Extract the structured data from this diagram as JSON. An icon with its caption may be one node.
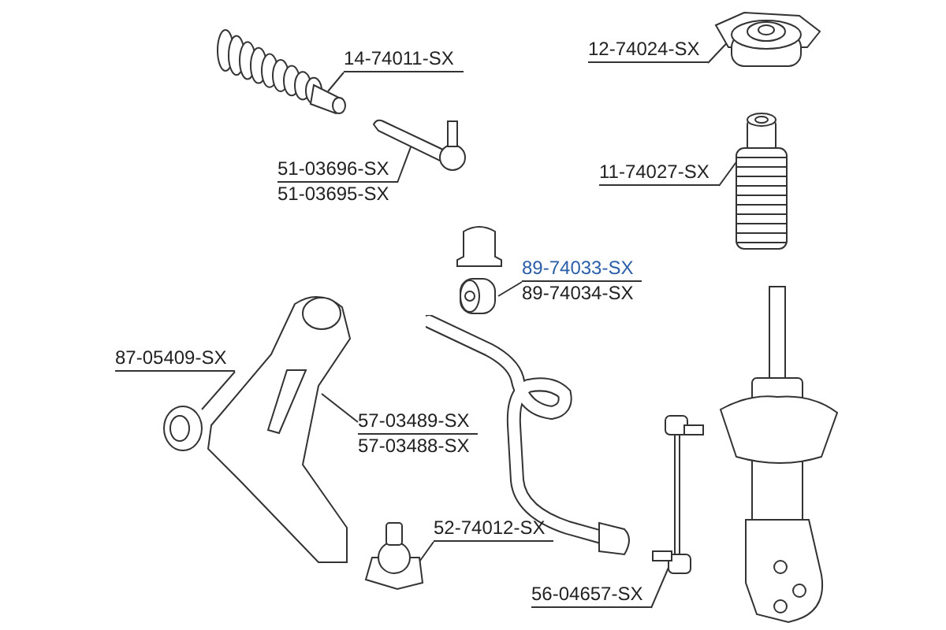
{
  "diagram": {
    "nodes": [
      {
        "text": [
          "14-74011-SX"
        ]
      },
      {
        "text": [],
        "shape": "picture"
      },
      {
        "text": [
          "51-03696-SX",
          "51-03695-SX"
        ]
      },
      {
        "text": [],
        "shape": "picture"
      },
      {
        "text": [
          "12-74024-SX"
        ]
      },
      {
        "text": [],
        "shape": "picture"
      },
      {
        "text": [
          "11-74027-SX"
        ]
      },
      {
        "text": [],
        "shape": "picture"
      },
      {
        "text": [
          "89-74033-SX",
          "89-74034-SX"
        ]
      },
      {
        "text": [],
        "shape": "picture"
      },
      {
        "text": [
          "87-05409-SX"
        ]
      },
      {
        "text": [],
        "shape": "picture"
      },
      {
        "text": [
          "57-03489-SX",
          "57-03488-SX"
        ]
      },
      {
        "text": [],
        "shape": "picture"
      },
      {
        "text": [
          "52-74012-SX"
        ]
      },
      {
        "text": [],
        "shape": "picture"
      },
      {
        "text": [
          "56-04657-SX"
        ]
      },
      {
        "text": [],
        "shape": "picture"
      }
    ],
    "edges": [
      {
        "from": 0,
        "to": 1,
        "arrow": "none"
      },
      {
        "from": 2,
        "to": 3,
        "arrow": "none"
      },
      {
        "from": 4,
        "to": 5,
        "arrow": "none"
      },
      {
        "from": 6,
        "to": 7,
        "arrow": "none"
      },
      {
        "from": 8,
        "to": 9,
        "arrow": "none"
      },
      {
        "from": 10,
        "to": 11,
        "arrow": "none"
      },
      {
        "from": 12,
        "to": 13,
        "arrow": "none"
      },
      {
        "from": 14,
        "to": 15,
        "arrow": "none"
      },
      {
        "from": 16,
        "to": 17,
        "arrow": "none"
      }
    ]
  }
}
